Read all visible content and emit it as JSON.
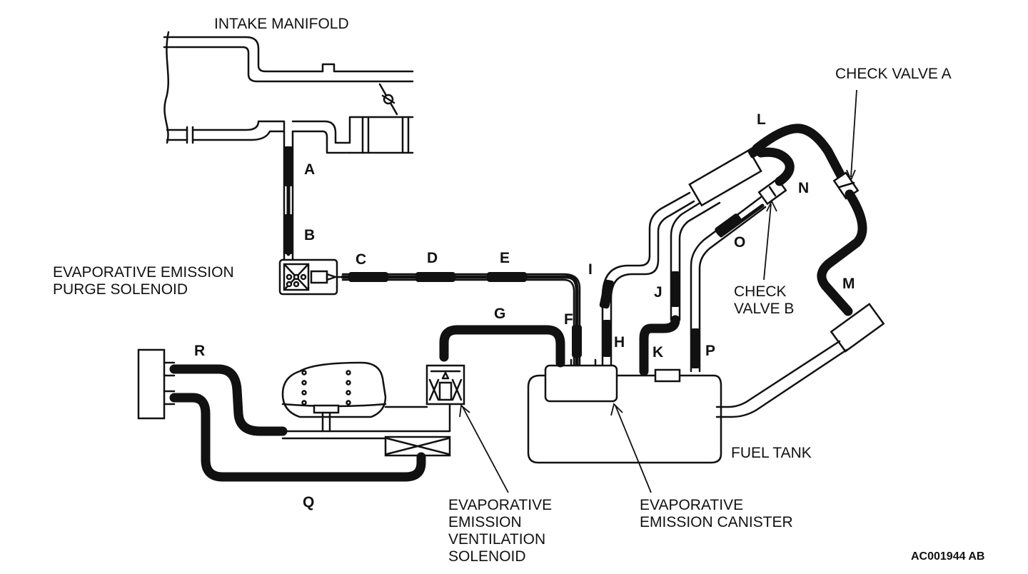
{
  "labels": {
    "intake_manifold": "INTAKE MANIFOLD",
    "purge_solenoid_line1": "EVAPORATIVE EMISSION",
    "purge_solenoid_line2": "PURGE SOLENOID",
    "check_valve_a": "CHECK VALVE A",
    "check_valve_b_line1": "CHECK",
    "check_valve_b_line2": "VALVE B",
    "fuel_tank": "FUEL TANK",
    "ventilation_solenoid_line1": "EVAPORATIVE",
    "ventilation_solenoid_line2": "EMISSION",
    "ventilation_solenoid_line3": "VENTILATION",
    "ventilation_solenoid_line4": "SOLENOID",
    "canister_line1": "EVAPORATIVE",
    "canister_line2": "EMISSION CANISTER",
    "figure_code": "AC001944 AB"
  },
  "hose_letters": [
    "A",
    "B",
    "C",
    "D",
    "E",
    "F",
    "G",
    "H",
    "I",
    "J",
    "K",
    "L",
    "M",
    "N",
    "O",
    "P",
    "Q",
    "R"
  ]
}
